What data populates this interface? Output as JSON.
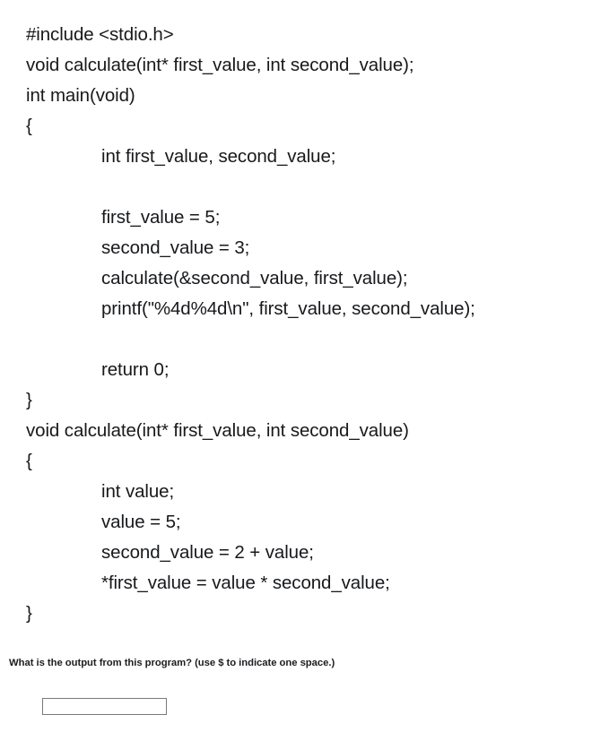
{
  "page": {
    "background_color": "#ffffff",
    "text_color": "#17191c"
  },
  "code": {
    "language": "c",
    "lines": [
      {
        "indent": 0,
        "text": "#include <stdio.h>"
      },
      {
        "indent": 0,
        "text": "void calculate(int* first_value, int second_value);"
      },
      {
        "indent": 0,
        "text": "int main(void)"
      },
      {
        "indent": 0,
        "text": "{"
      },
      {
        "indent": 1,
        "text": "int first_value, second_value;"
      },
      {
        "indent": 0,
        "text": ""
      },
      {
        "indent": 1,
        "text": "first_value = 5;"
      },
      {
        "indent": 1,
        "text": "second_value = 3;"
      },
      {
        "indent": 1,
        "text": "calculate(&second_value, first_value);"
      },
      {
        "indent": 1,
        "text": "printf(\"%4d%4d\\n\", first_value, second_value);"
      },
      {
        "indent": 0,
        "text": ""
      },
      {
        "indent": 1,
        "text": "return 0;"
      },
      {
        "indent": 0,
        "text": "}"
      },
      {
        "indent": 0,
        "text": "void calculate(int* first_value, int second_value)"
      },
      {
        "indent": 0,
        "text": "{"
      },
      {
        "indent": 1,
        "text": "int value;"
      },
      {
        "indent": 1,
        "text": "value = 5;"
      },
      {
        "indent": 1,
        "text": "second_value = 2 + value;"
      },
      {
        "indent": 1,
        "text": "*first_value = value * second_value;"
      },
      {
        "indent": 0,
        "text": "}"
      }
    ]
  },
  "question": {
    "prompt": "What is the output from this program? (use $ to indicate one space.)"
  },
  "answer": {
    "value": "",
    "placeholder": ""
  }
}
